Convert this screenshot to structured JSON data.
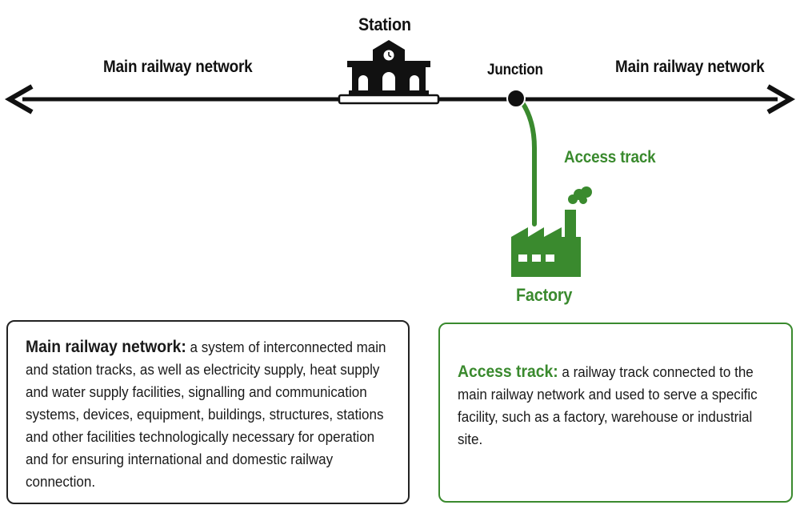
{
  "labels": {
    "station": "Station",
    "junction": "Junction",
    "main_left": "Main railway network",
    "main_right": "Main railway network",
    "access_track": "Access track",
    "factory": "Factory"
  },
  "definitions": {
    "main": {
      "term": "Main railway network:",
      "text": "a system of interconnected main and station tracks, as well as electricity supply, heat supply and water supply facilities, signalling and communication systems, devices, equipment, buildings, structures, stations and other facilities technologically necessary for operation and for ensuring international and domestic railway connection."
    },
    "access": {
      "term": "Access track:",
      "text": "a railway track connected to the main railway network and used to serve a specific facility, such as a factory, warehouse or industrial site."
    }
  },
  "colors": {
    "line": "#111111",
    "accent_green": "#3a8a2e"
  },
  "icons": [
    "station-icon",
    "factory-icon",
    "junction-node"
  ]
}
